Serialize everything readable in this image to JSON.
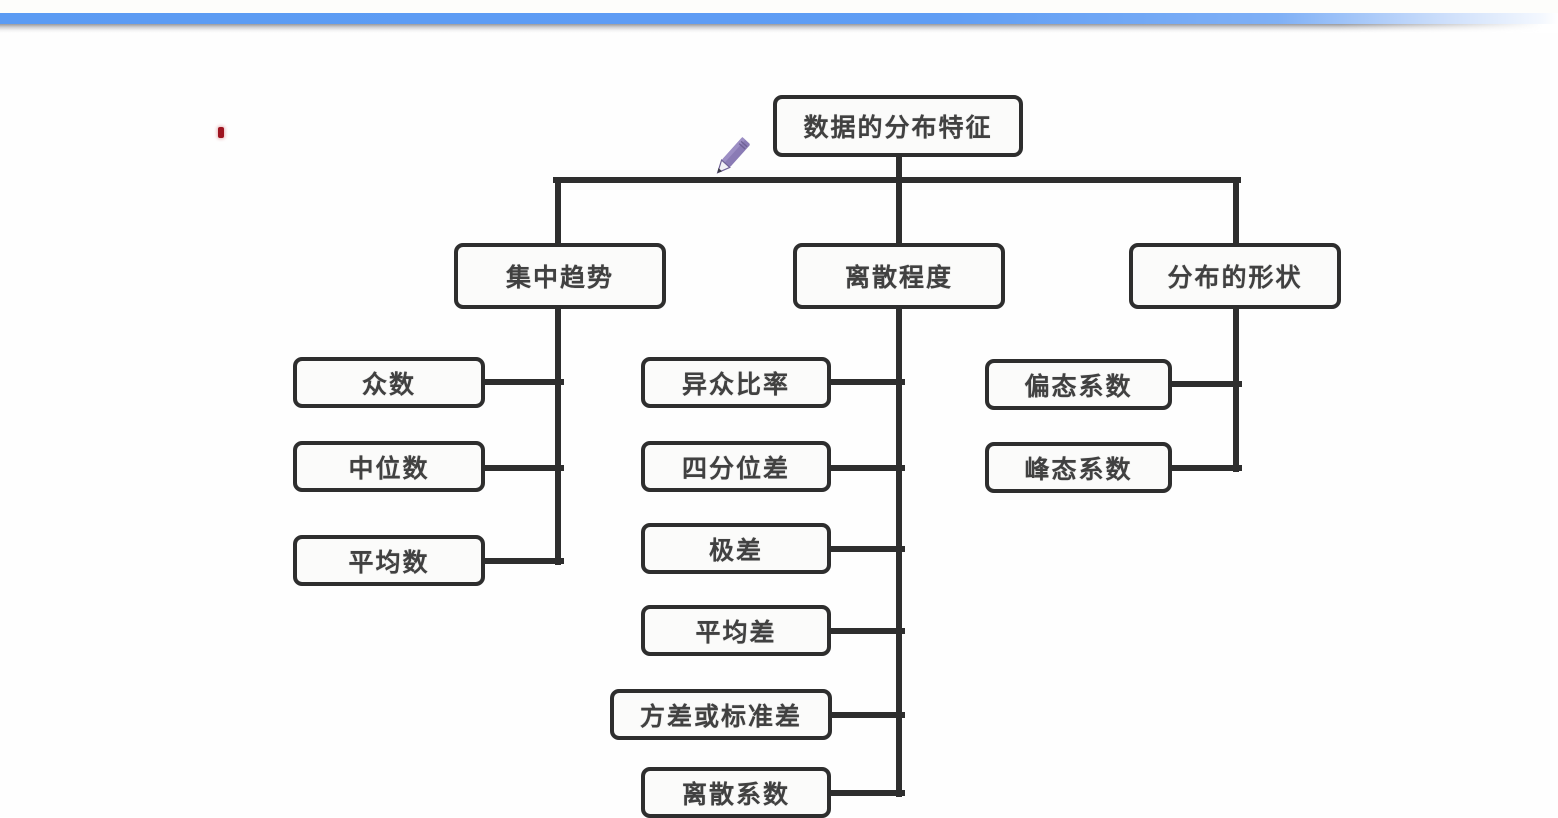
{
  "window": {
    "accent_color": "#5b9bf3",
    "canvas_background": "#fefefe"
  },
  "diagram": {
    "type": "tree-diagram",
    "title_node": "数据的分布特征",
    "node_border_color": "#2e2e2e",
    "node_fill_color": "#fbfbfa",
    "node_text_color": "#414141",
    "root": {
      "label": "数据的分布特征"
    },
    "branches": [
      {
        "label": "集中趋势",
        "children": [
          {
            "label": "众数"
          },
          {
            "label": "中位数"
          },
          {
            "label": "平均数"
          }
        ]
      },
      {
        "label": "离散程度",
        "children": [
          {
            "label": "异众比率"
          },
          {
            "label": "四分位差"
          },
          {
            "label": "极差"
          },
          {
            "label": "平均差"
          },
          {
            "label": "方差或标准差"
          },
          {
            "label": "离散系数"
          }
        ]
      },
      {
        "label": "分布的形状",
        "children": [
          {
            "label": "偏态系数"
          },
          {
            "label": "峰态系数"
          }
        ]
      }
    ]
  },
  "annotations": {
    "pencil_cursor": "pencil-cursor",
    "pencil_color": "#8a7bb5",
    "red_mark": "red-mark",
    "red_mark_color": "#9e1420",
    "watermark": ""
  }
}
